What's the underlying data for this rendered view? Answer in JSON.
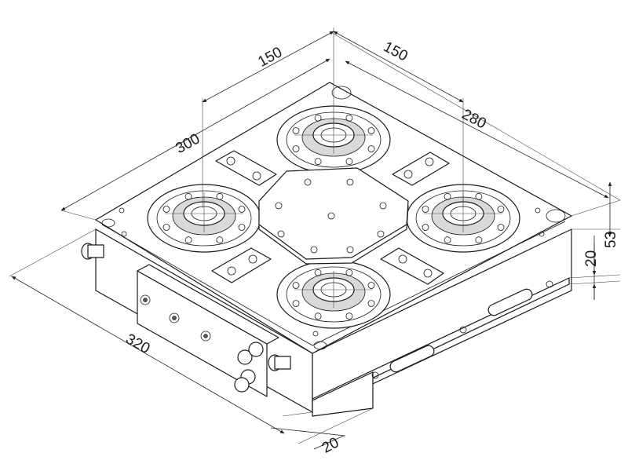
{
  "dimensions": {
    "top_left_150": "150",
    "top_right_150": "150",
    "overall_300": "300",
    "overall_280": "280",
    "height_53": "53",
    "step_20_side": "20",
    "length_320": "320",
    "step_20_bottom": "20"
  }
}
